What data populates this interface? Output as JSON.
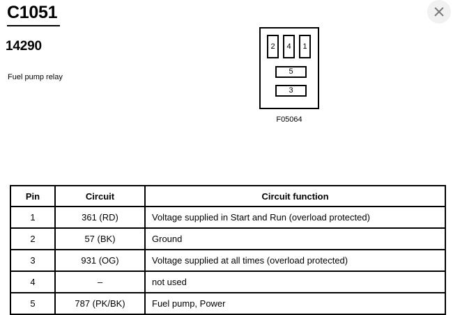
{
  "header": {
    "connector_id": "C1051",
    "part_number": "14290",
    "description": "Fuel pump relay"
  },
  "close_button": {
    "icon": "close-icon",
    "label": "Close"
  },
  "diagram": {
    "code": "F05064",
    "cavities": [
      {
        "label": "2",
        "orientation": "vertical"
      },
      {
        "label": "4",
        "orientation": "vertical"
      },
      {
        "label": "1",
        "orientation": "vertical"
      },
      {
        "label": "5",
        "orientation": "horizontal"
      },
      {
        "label": "3",
        "orientation": "horizontal"
      }
    ]
  },
  "table": {
    "headers": [
      "Pin",
      "Circuit",
      "Circuit function"
    ],
    "rows": [
      {
        "pin": "1",
        "circuit": "361 (RD)",
        "function": "Voltage supplied in Start and Run (overload protected)"
      },
      {
        "pin": "2",
        "circuit": "57 (BK)",
        "function": "Ground"
      },
      {
        "pin": "3",
        "circuit": "931 (OG)",
        "function": "Voltage supplied at all times (overload protected)"
      },
      {
        "pin": "4",
        "circuit": "–",
        "function": "not used"
      },
      {
        "pin": "5",
        "circuit": "787 (PK/BK)",
        "function": "Fuel pump, Power"
      }
    ]
  },
  "colors": {
    "ink": "#000000",
    "page_background": "#ffffff",
    "close_button_background": "#f1f1f1",
    "close_icon": "#7a7a7a"
  }
}
